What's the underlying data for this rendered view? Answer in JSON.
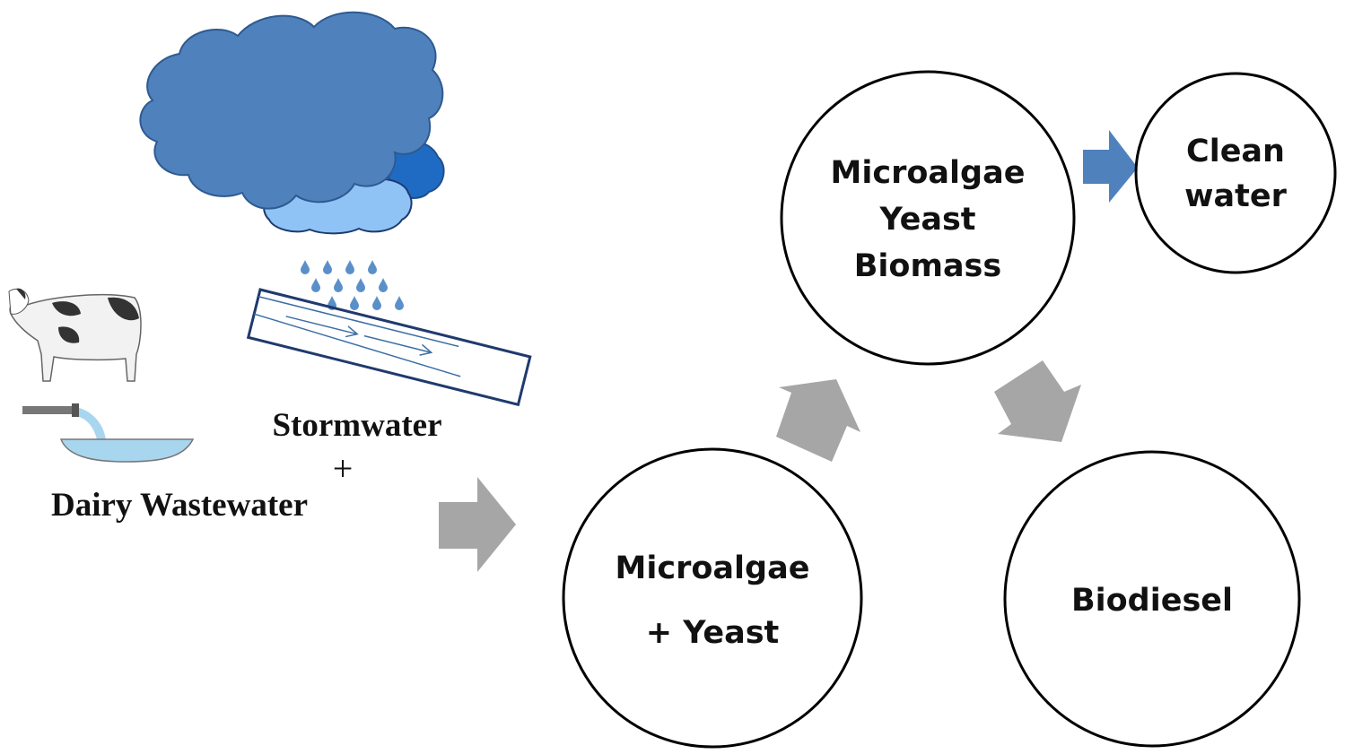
{
  "diagram": {
    "title": "Stormwater and dairy wastewater treatment with microalgae and yeast",
    "inputs": {
      "stormwater_label": "Stormwater",
      "plus_label": "+",
      "dairy_label": "Dairy Wastewater"
    },
    "nodes": [
      {
        "id": "culture",
        "lines": [
          "Microalgae",
          "+ Yeast"
        ]
      },
      {
        "id": "biomass",
        "lines": [
          "Microalgae",
          "Yeast",
          "Biomass"
        ]
      },
      {
        "id": "clean_water",
        "lines": [
          "Clean",
          "water"
        ]
      },
      {
        "id": "biodiesel",
        "lines": [
          "Biodiesel"
        ]
      }
    ],
    "edges": [
      {
        "from": "inputs",
        "to": "culture",
        "style": "gray-block-arrow"
      },
      {
        "from": "culture",
        "to": "biomass",
        "style": "gray-block-arrow"
      },
      {
        "from": "biomass",
        "to": "clean_water",
        "style": "blue-block-arrow"
      },
      {
        "from": "biomass",
        "to": "biodiesel",
        "style": "gray-block-arrow"
      }
    ],
    "icons": [
      "rain-cloud-icon",
      "raindrops-icon",
      "stormwater-channel-icon",
      "cow-icon",
      "wastewater-pipe-icon"
    ],
    "colors": {
      "cloud_main": "#4f81bd",
      "cloud_dark": "#1f6bc4",
      "cloud_light": "#8fc3f5",
      "cloud_stroke": "#2e5a8f",
      "raindrop": "#5b8fc9",
      "channel_stroke": "#1f3a6e",
      "gray_arrow": "#a6a6a6",
      "blue_arrow": "#4f81bd",
      "circle_stroke": "#000000",
      "water": "#a9d6ef"
    }
  }
}
